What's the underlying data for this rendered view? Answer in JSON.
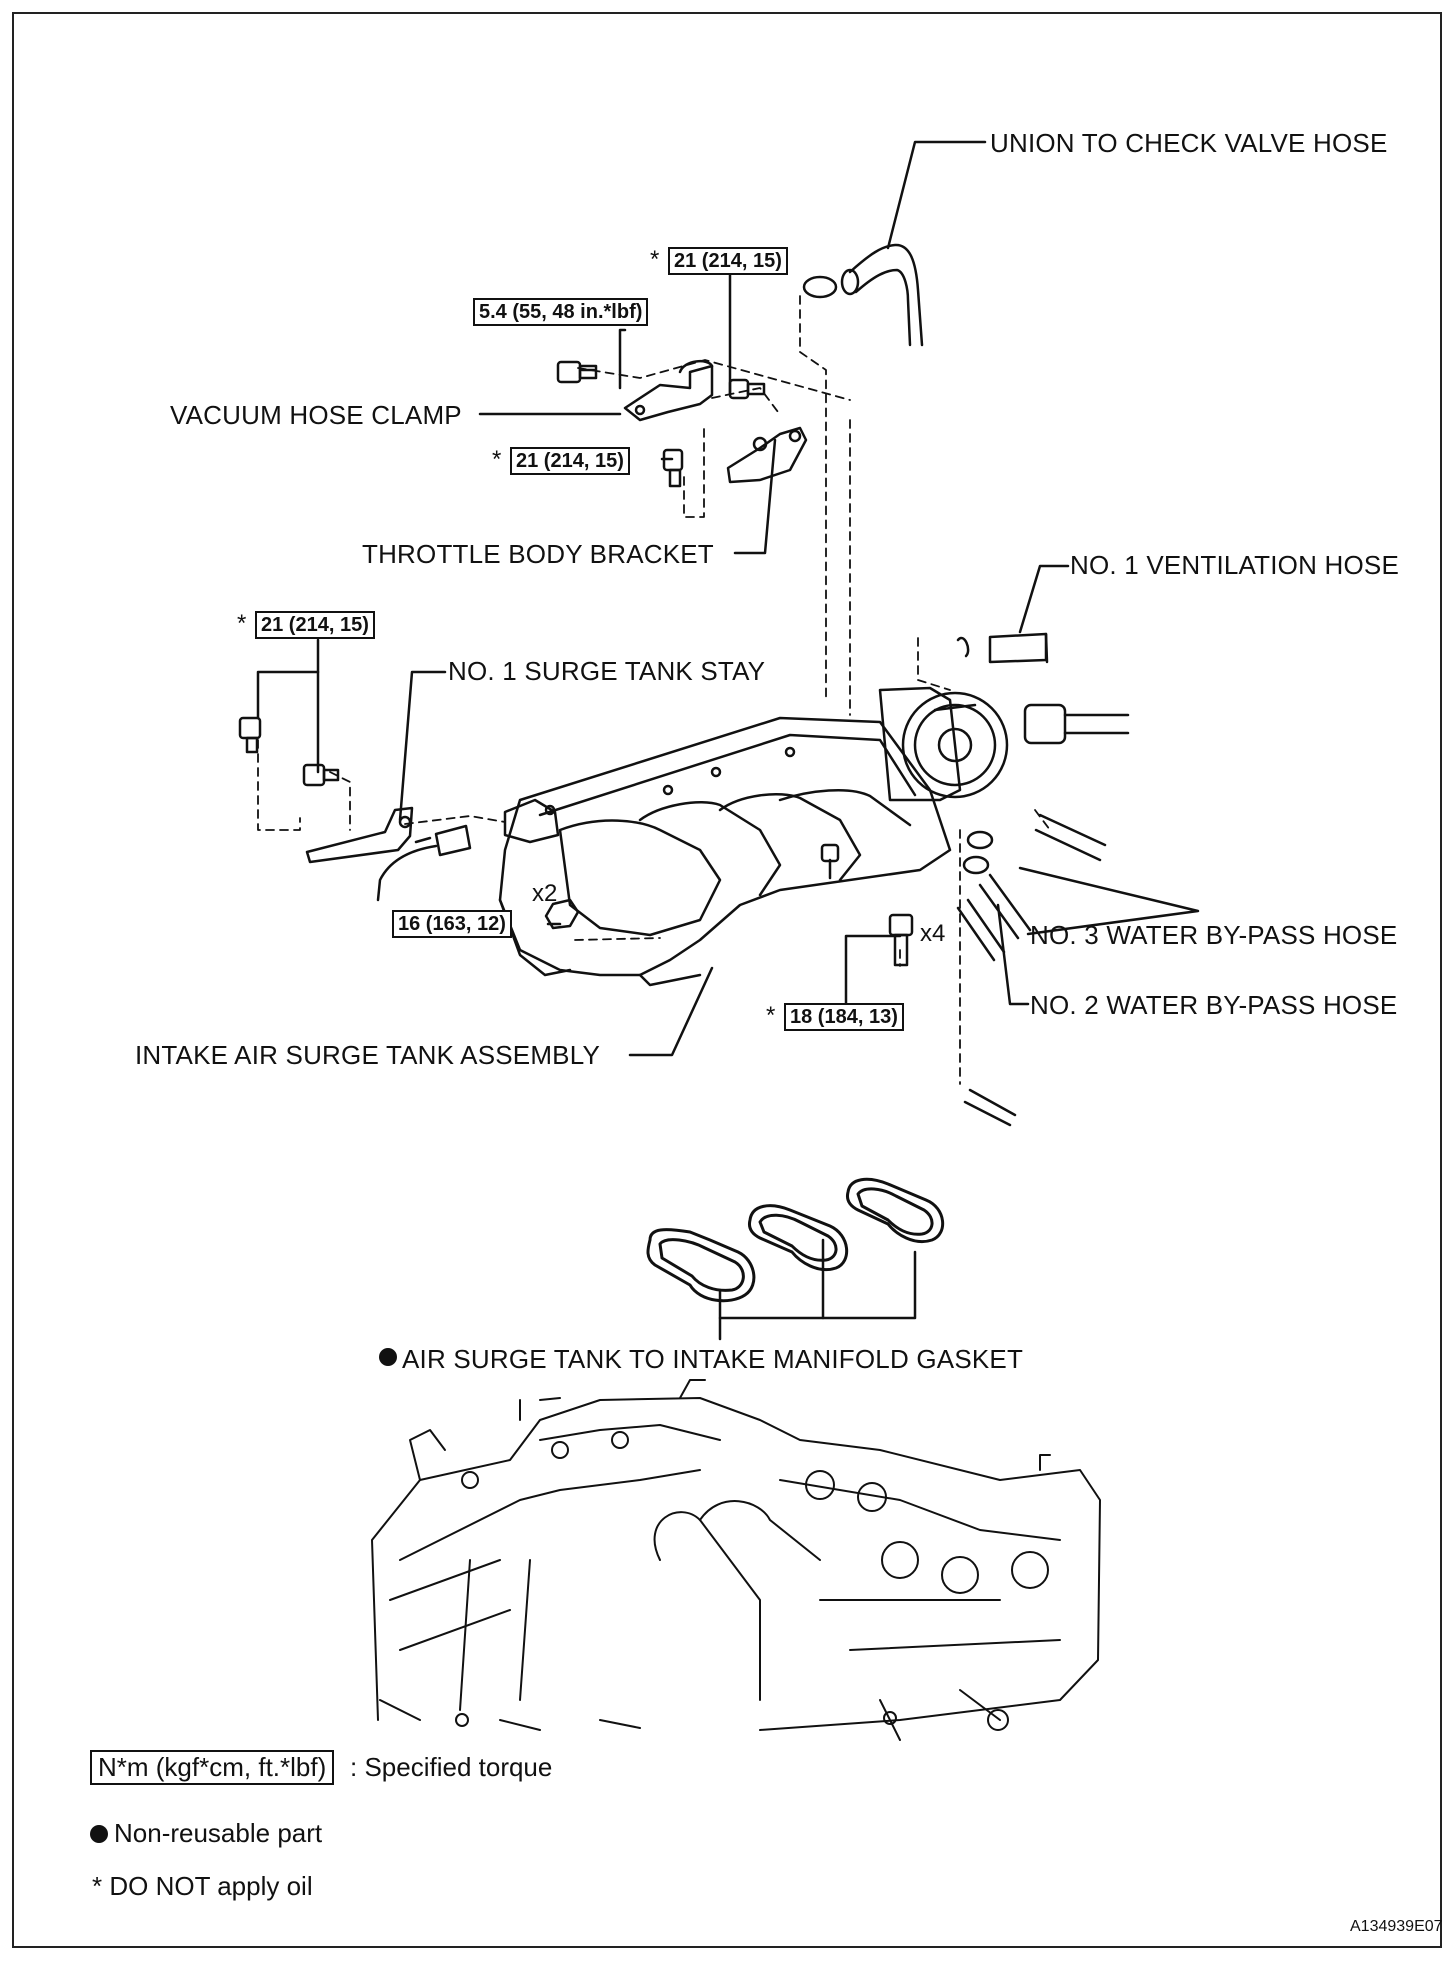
{
  "labels": {
    "union_to_check_valve_hose": "UNION TO CHECK VALVE HOSE",
    "vacuum_hose_clamp": "VACUUM HOSE CLAMP",
    "throttle_body_bracket": "THROTTLE BODY BRACKET",
    "no1_ventilation_hose": "NO. 1 VENTILATION HOSE",
    "no1_surge_tank_stay": "NO. 1 SURGE TANK STAY",
    "no3_water_bypass_hose": "NO. 3 WATER BY-PASS HOSE",
    "no2_water_bypass_hose": "NO. 2 WATER BY-PASS HOSE",
    "intake_air_surge_tank_assembly": "INTAKE AIR SURGE TANK ASSEMBLY",
    "gasket": "AIR SURGE TANK TO INTAKE MANIFOLD GASKET"
  },
  "torques": {
    "t_top_right": "21 (214, 15)",
    "t_clamp_bolt": "5.4 (55, 48 in.*lbf)",
    "t_bracket_bolt": "21 (214, 15)",
    "t_stay_bolt": "21 (214, 15)",
    "t_nut": "16 (163, 12)",
    "t_manifold_bolt": "18 (184, 13)"
  },
  "markers": {
    "star": "*",
    "qty_x2": "x2",
    "qty_x4": "x4"
  },
  "legend": {
    "torque_unit": "N*m (kgf*cm, ft.*lbf)",
    "torque_desc": ": Specified torque",
    "non_reusable": "Non-reusable part",
    "no_oil": "* DO NOT apply oil"
  },
  "figure_id": "A134939E07",
  "colors": {
    "line": "#111111",
    "background": "#ffffff"
  }
}
